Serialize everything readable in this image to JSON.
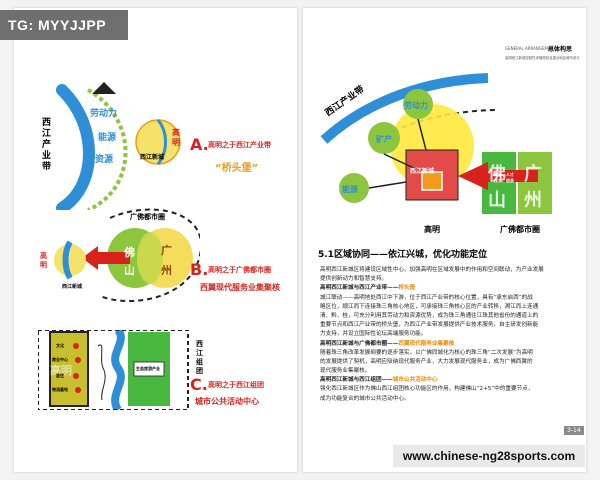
{
  "overlay": {
    "tg_label": "TG: MYYJJPP",
    "watermark": "www.chinese-ng28sports.com"
  },
  "left_page": {
    "diagram_a": {
      "belt_label": "西江产业带",
      "flow_words": [
        "劳动力",
        "能源",
        "资源"
      ],
      "circle_label": "西江新城",
      "place_label": "高明",
      "caption_letter": "A.",
      "caption_line1": "高明之于西江产业带",
      "caption_line2": "“桥头堡”"
    },
    "diagram_b": {
      "region_label": "广佛都市圈",
      "fo": "佛",
      "shan": "山",
      "guang": "广",
      "zhou": "州",
      "place_label": "高明",
      "circle_label": "西江新城",
      "caption_letter": "B.",
      "caption_line1": "高明之于广佛都市圈",
      "caption_line2": "西翼现代服务业集聚核"
    },
    "diagram_c": {
      "left_ghost": "高明",
      "right_ghost": "西樵",
      "items": [
        "文化",
        "商业中心",
        "居住",
        "物流基地"
      ],
      "river_box": "生态旅游产业",
      "vertical_label": "西江组团",
      "caption_letter": "C.",
      "caption_line1": "高明之于西江组团",
      "caption_line2": "城市公共活动中心"
    }
  },
  "right_page": {
    "header_small": [
      "GENERAL ARRANGEMENT",
      "高明西江新城控制性详细规划及重点地区城市设计"
    ],
    "header_title": "总体构思",
    "diagram": {
      "belt_label": "西江产业带",
      "mineral": "矿产",
      "labor": "劳动力",
      "energy": "能源",
      "new_city": "西江新城",
      "bottom_left": "高明",
      "bottom_right": "广佛都市圈",
      "fo": "佛",
      "shan": "山",
      "guang": "广",
      "zhou": "州",
      "arrow_text": [
        "资金、人才",
        "技术、信息"
      ]
    },
    "section_title": "5.1区域协同——依江兴城，优化功能定位",
    "paragraphs": [
      {
        "heading": "",
        "heading_accent": "",
        "lines": [
          "高明西江新城区将建设区域性中心，加强高明在区域发展中的作用和空间联动，为产业发展",
          "提供创新动力和智慧支持。"
        ]
      },
      {
        "heading": "高明西江新城与西江产业带——",
        "heading_accent": "桥头堡",
        "lines": [
          "城江联动——高明地处西江中下游，位于西江产业带的核心位置，具有“承东启西”的战",
          "略区位，顺江而下连接珠三角核心地区，可承接珠三角核心区的产业转移，溯江而上连通",
          "清、黔、桂，可充分利用其劳动力和资源优势，成为珠三角通往江珠其他省份的通道上的",
          "重要节点和西江产业带的桥头堡，为西江产业带发展提供产业技术服务，自主研发创新能",
          "力支持，并设立国际性论坛高端服务功能。"
        ]
      },
      {
        "heading": "高明西江新城与广佛都市圈——",
        "heading_accent": "西翼现代服务业集聚核",
        "lines": [
          "随着珠三角改革发展纲要的逐步落实，以广佛同城化为核心的珠三角“二次发展”为高明",
          "的发展提供了契机，高明应吸纳现代服务产业，大力发展现代服务业，成为广佛西翼的",
          "现代服务业集聚核。"
        ]
      },
      {
        "heading": "高明西江新城与西江组团——",
        "heading_accent": "城市公共活动中心",
        "lines": [
          "强化西江新城区作为佛山西江组团核心功能区的作用，构建佛山“2+5”中的重要节点，",
          "成为功能复合的城市公共活动中心。"
        ]
      }
    ],
    "page_number": "3-14"
  },
  "colors": {
    "red": "#d8231d",
    "orange": "#f39b1a",
    "green": "#49b83f",
    "blue": "#2f8fd6",
    "yellow": "#f5e26a"
  }
}
